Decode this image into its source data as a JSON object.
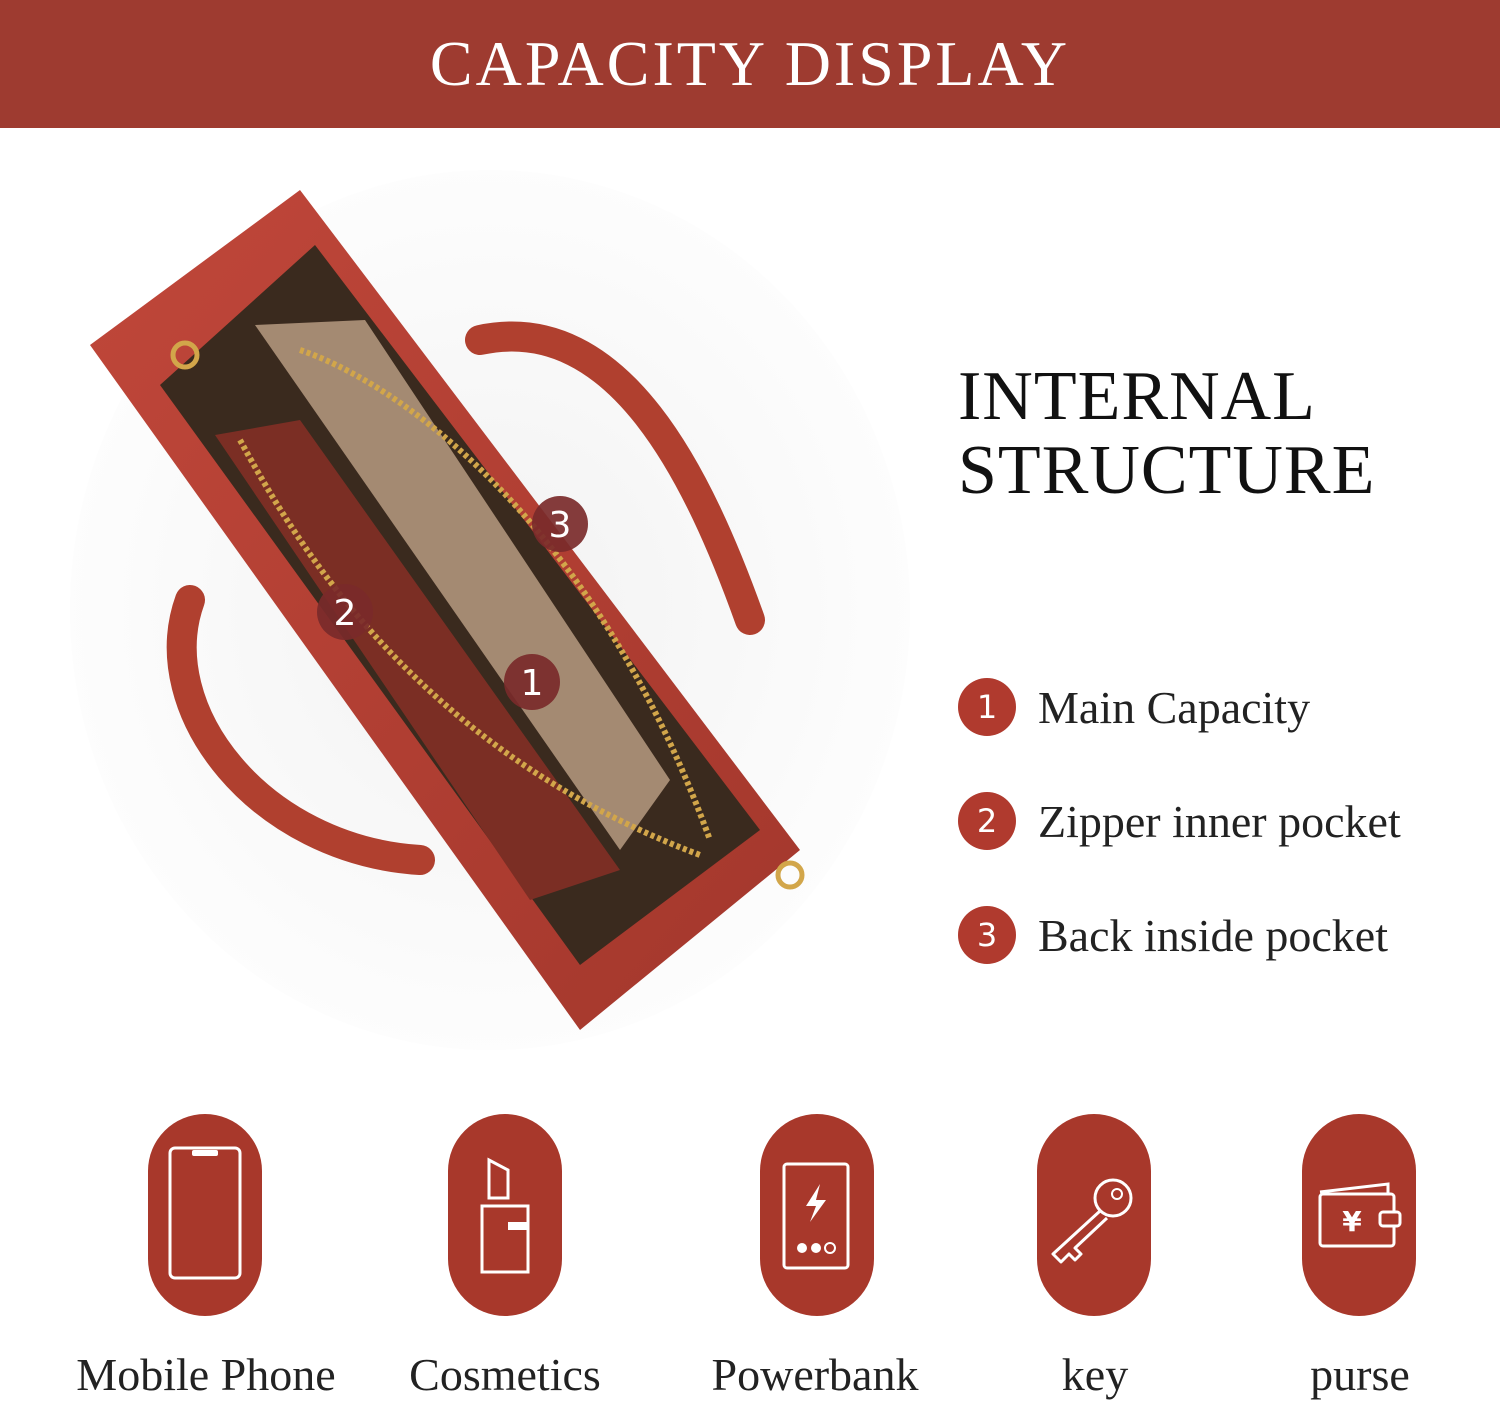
{
  "banner": {
    "title": "CAPACITY DISPLAY"
  },
  "colors": {
    "brand": "#9e3b30",
    "marker": "#7a2a2a",
    "legend_number": "#b03a2e"
  },
  "photo": {
    "subject": "handbag-interior",
    "markers": [
      "1",
      "2",
      "3"
    ]
  },
  "structure": {
    "title_line1": "INTERNAL",
    "title_line2": "STRUCTURE",
    "items": [
      {
        "num": "1",
        "label": "Main Capacity"
      },
      {
        "num": "2",
        "label": "Zipper inner pocket"
      },
      {
        "num": "3",
        "label": "Back inside pocket"
      }
    ]
  },
  "capacity_items": [
    {
      "icon": "mobile-phone-icon",
      "label": "Mobile Phone"
    },
    {
      "icon": "lipstick-icon",
      "label": "Cosmetics"
    },
    {
      "icon": "powerbank-icon",
      "label": "Powerbank"
    },
    {
      "icon": "key-icon",
      "label": "key"
    },
    {
      "icon": "wallet-icon",
      "label": "purse"
    }
  ]
}
